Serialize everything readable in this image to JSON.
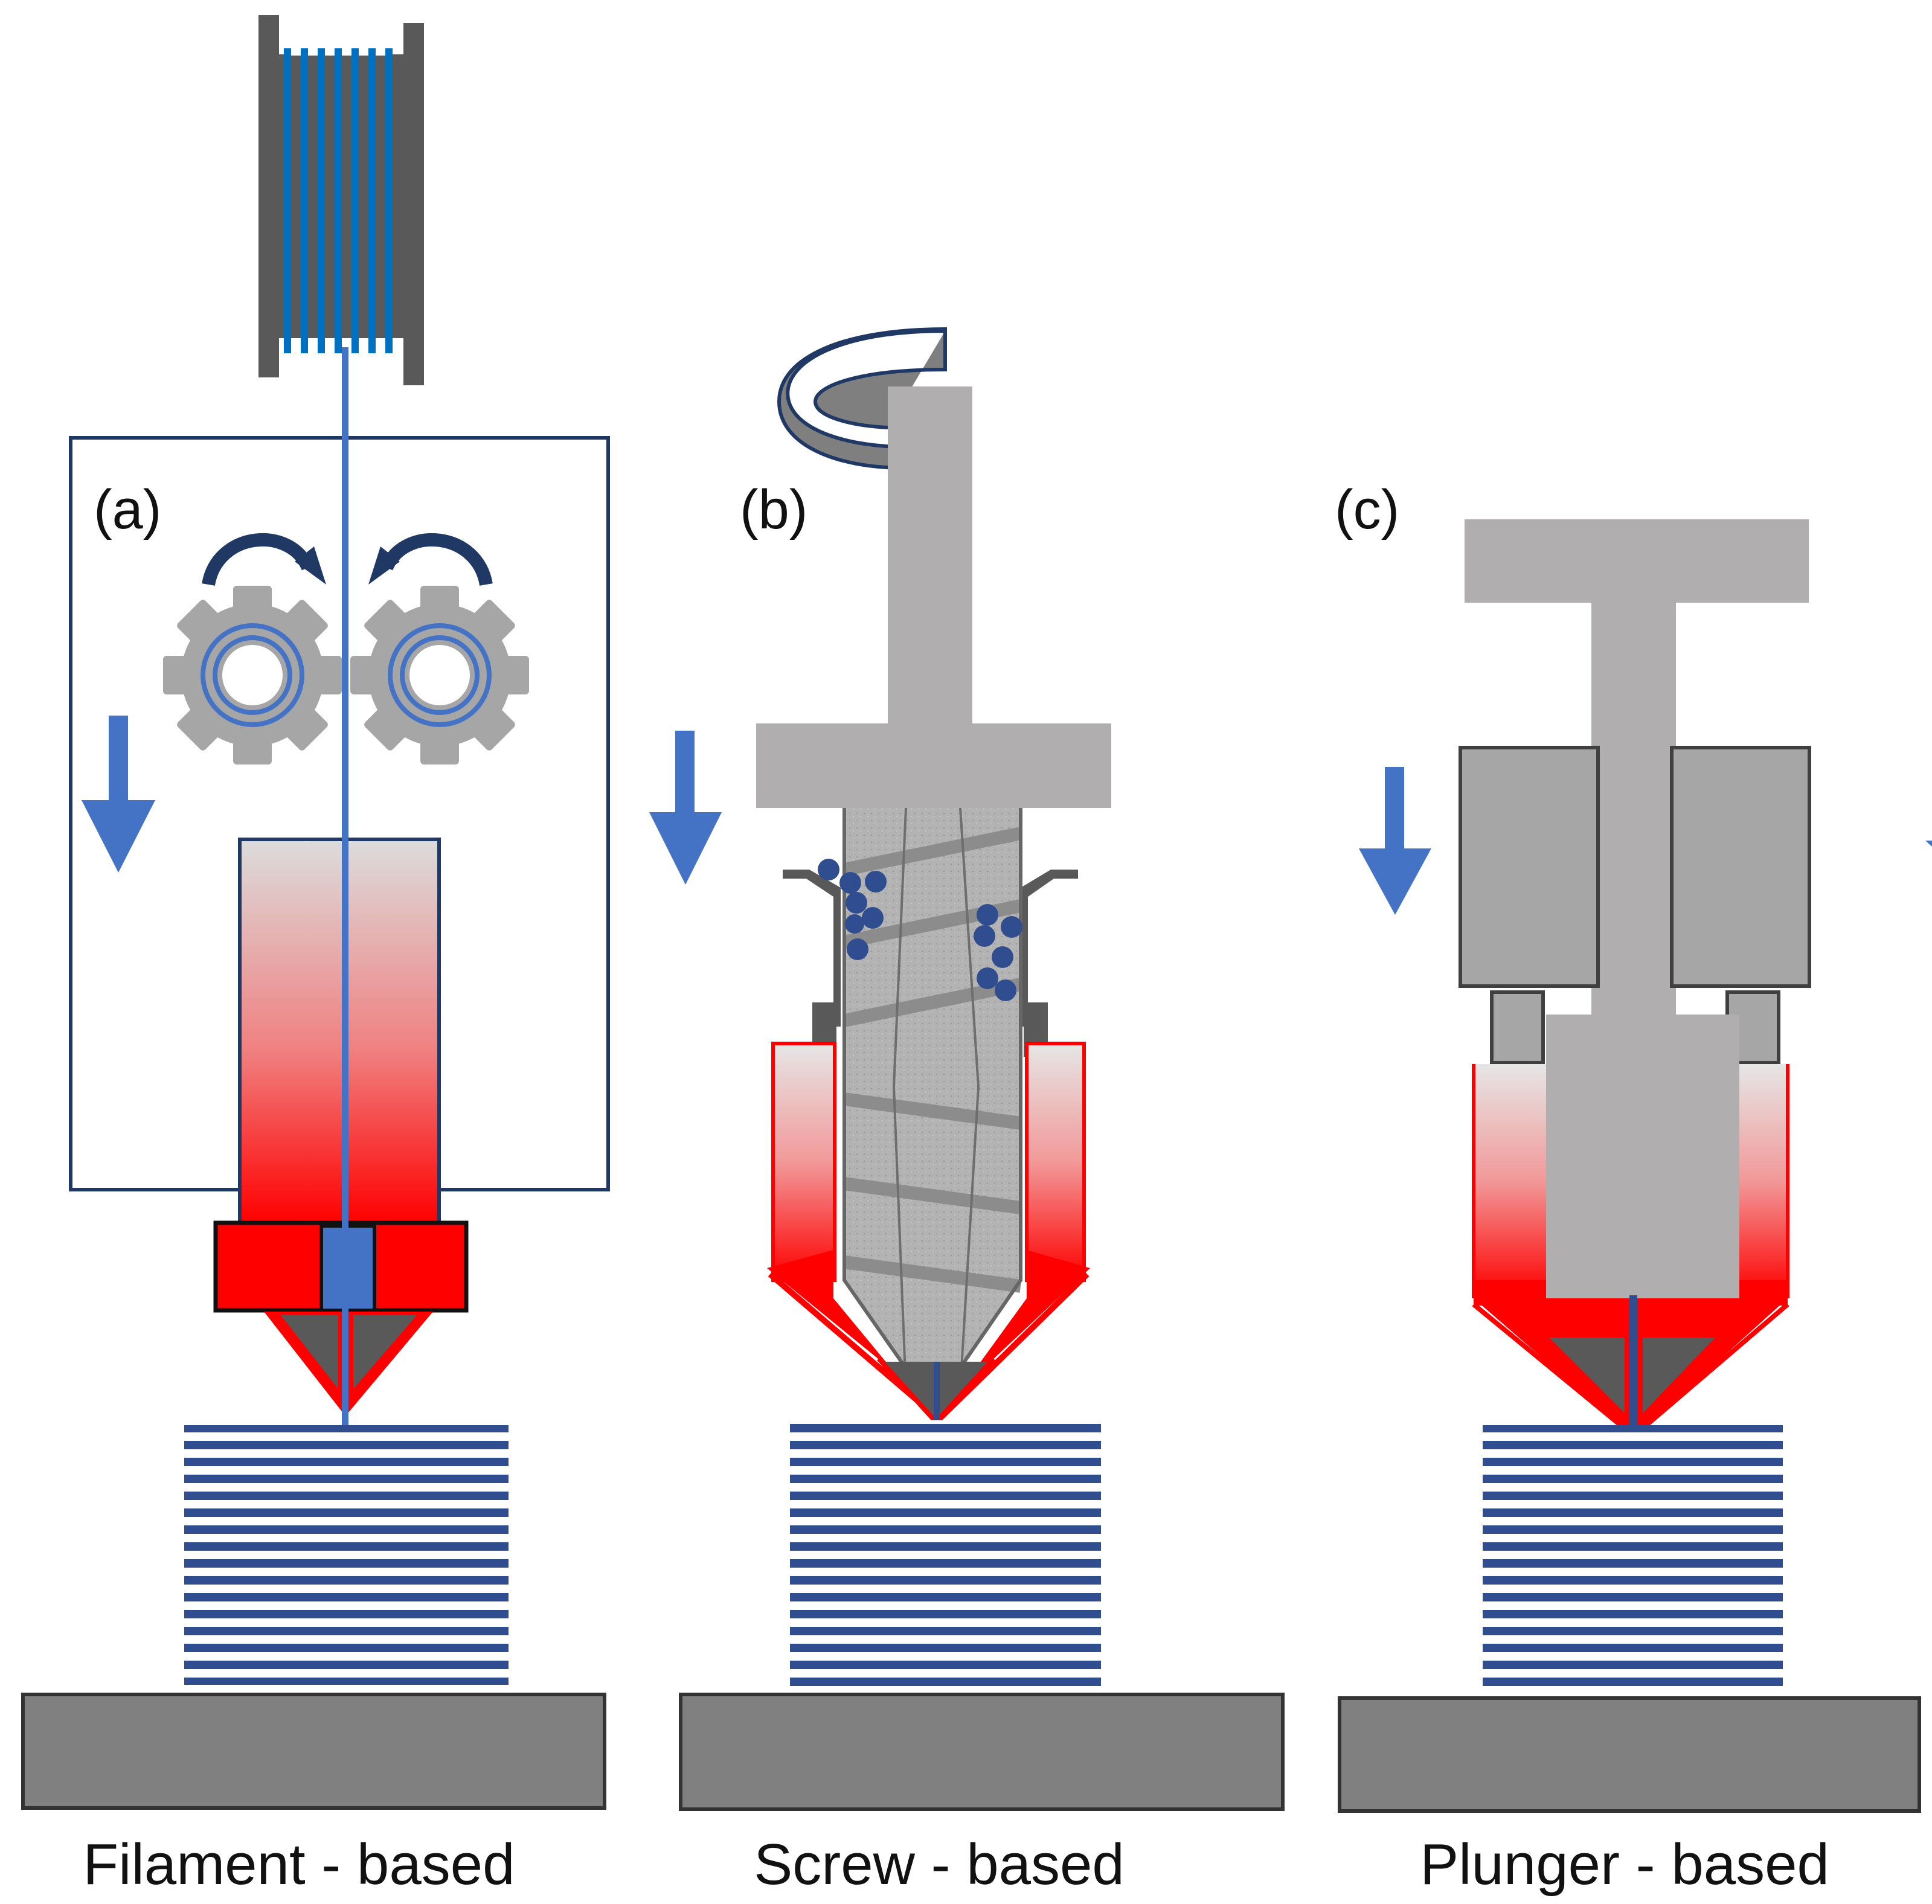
{
  "panels": [
    {
      "id": "a",
      "label": "(a)",
      "caption": "Filament - based"
    },
    {
      "id": "b",
      "label": "(b)",
      "caption": "Screw - based"
    },
    {
      "id": "c",
      "label": "(c)",
      "caption": "Plunger - based"
    }
  ],
  "colors": {
    "filament_blue": "#4472C4",
    "layer_navy": "#2F4D8F",
    "heater_red": "#FF0000",
    "gray_part": "#B0AEAE",
    "dark_gray": "#595959",
    "platform_gray": "#808080",
    "frame_navy": "#1F3864",
    "spool_blue": "#0070C0"
  }
}
